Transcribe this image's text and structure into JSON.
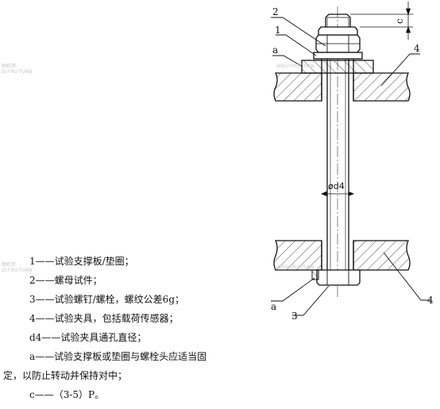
{
  "labels": {
    "bolt_top": "2",
    "washer": "1",
    "gap_left_top": "a",
    "fixture_top": "4",
    "clearance": "c",
    "diameter": "ød4",
    "gap_left_bottom": "a",
    "bolt_bottom": "3",
    "fixture_bottom": "4"
  },
  "watermarks": [
    {
      "line1": "图机密",
      "line2": "ZI-FRU-TUAN"
    },
    {
      "line1": "WASI-FRU-TUAN",
      "line2": ""
    },
    {
      "line1": "图机密",
      "line2": "ZI-FRU-TUAN"
    },
    {
      "line1": "WASI-FRU-TUAN",
      "line2": ""
    }
  ],
  "legend": [
    "1——试验支撑板/垫圈；",
    "2——螺母试件；",
    "3——试验螺钉/螺栓，螺纹公差6g；",
    "4——试验夹具，包括载荷传感器；",
    "d4——试验夹具通孔直径；",
    "a——试验支撑板或垫圈与螺栓头应适当固",
    "定，以防止转动并保持对中；",
    "c——（3-5）P。"
  ]
}
